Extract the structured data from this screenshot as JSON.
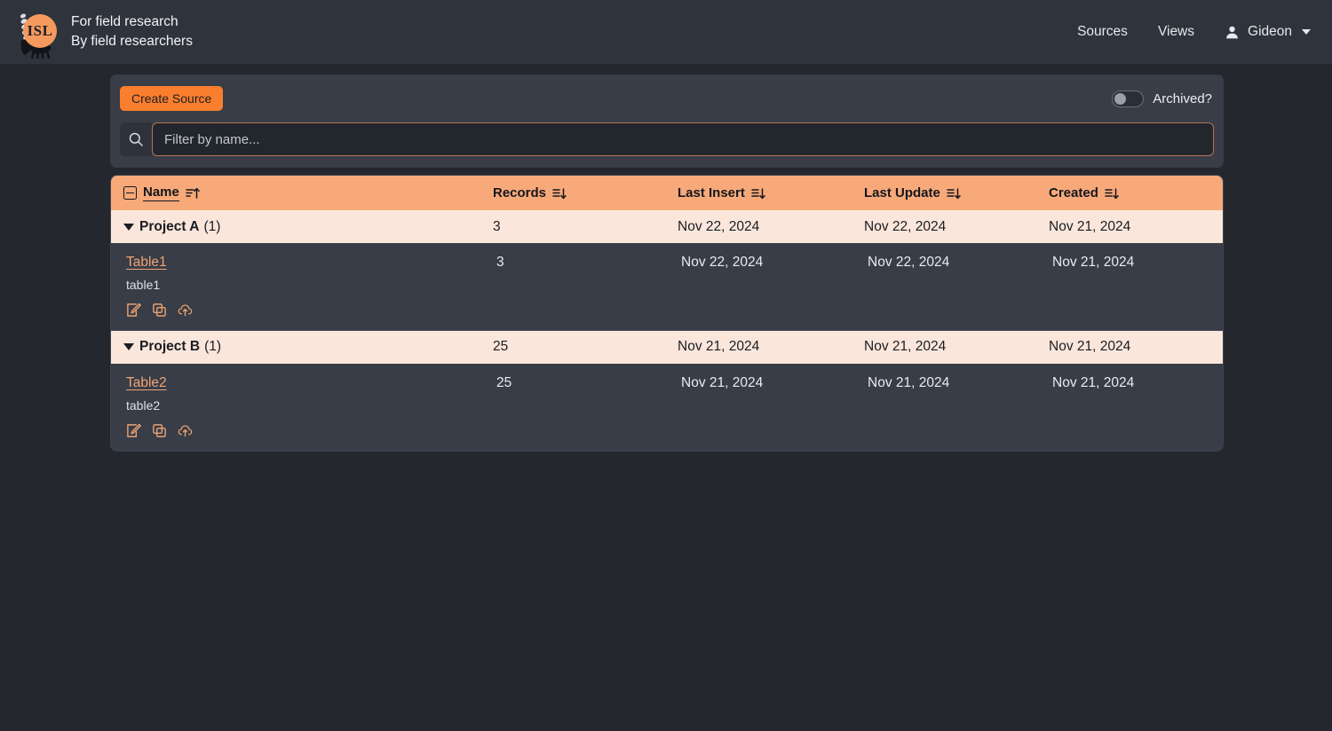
{
  "navbar": {
    "logo_text": "ISL",
    "logo_icon": "isl-feather-logo",
    "tagline_line1": "For field research",
    "tagline_line2": "By field researchers",
    "links": [
      {
        "label": "Sources",
        "name": "nav-link-sources"
      },
      {
        "label": "Views",
        "name": "nav-link-views"
      }
    ],
    "user": {
      "name": "Gideon",
      "icon": "person-icon",
      "caret": "chevron-down-icon"
    }
  },
  "toolbar": {
    "create_label": "Create Source",
    "archived_label": "Archived?",
    "archived_on": false,
    "search_placeholder": "Filter by name...",
    "search_value": "",
    "search_icon": "search-icon"
  },
  "table": {
    "select_all_state": "indeterminate",
    "columns": [
      {
        "label": "Name",
        "sort": "asc",
        "active": true
      },
      {
        "label": "Records",
        "sort": "desc",
        "active": false
      },
      {
        "label": "Last Insert",
        "sort": "desc",
        "active": false
      },
      {
        "label": "Last Update",
        "sort": "desc",
        "active": false
      },
      {
        "label": "Created",
        "sort": "desc",
        "active": false
      }
    ],
    "groups": [
      {
        "title": "Project A",
        "count": "(1)",
        "expanded": true,
        "records": "3",
        "last_insert": "Nov 22, 2024",
        "last_update": "Nov 22, 2024",
        "created": "Nov 21, 2024",
        "rows": [
          {
            "name": "Table1",
            "slug": "table1",
            "records": "3",
            "last_insert": "Nov 22, 2024",
            "last_update": "Nov 22, 2024",
            "created": "Nov 21, 2024",
            "actions": [
              "edit-icon",
              "copy-icon",
              "upload-cloud-icon"
            ]
          }
        ]
      },
      {
        "title": "Project B",
        "count": "(1)",
        "expanded": true,
        "records": "25",
        "last_insert": "Nov 21, 2024",
        "last_update": "Nov 21, 2024",
        "created": "Nov 21, 2024",
        "rows": [
          {
            "name": "Table2",
            "slug": "table2",
            "records": "25",
            "last_insert": "Nov 21, 2024",
            "last_update": "Nov 21, 2024",
            "created": "Nov 21, 2024",
            "actions": [
              "edit-icon",
              "copy-icon",
              "upload-cloud-icon"
            ]
          }
        ]
      }
    ]
  },
  "colors": {
    "accent": "#f97e2e",
    "header_bg": "#f8a97a",
    "group_bg": "#fbe6dc",
    "panel_bg": "#383d47",
    "page_bg": "#24282e",
    "navbar_bg": "#2e333c",
    "link": "#f0a472"
  }
}
